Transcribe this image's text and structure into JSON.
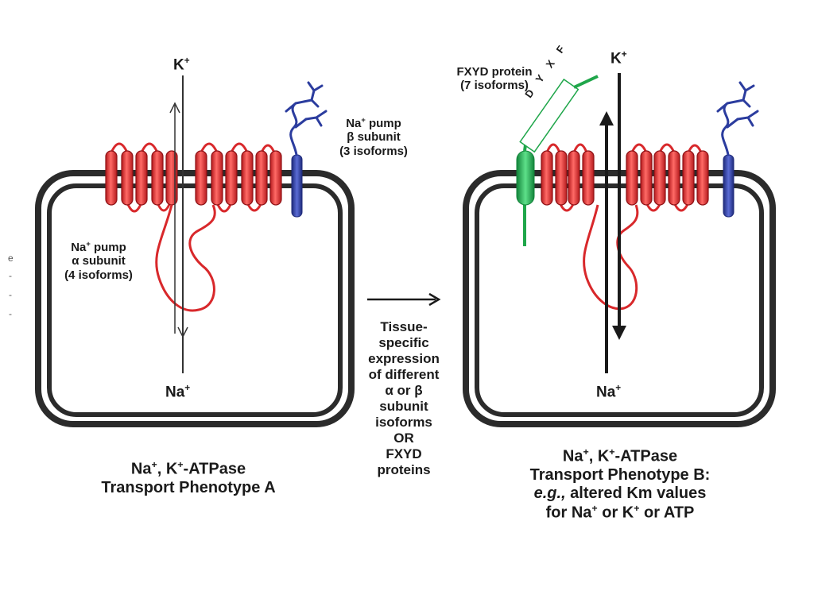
{
  "left_panel": {
    "k_label": "K",
    "k_sup": "+",
    "na_label": "Na",
    "na_sup": "+",
    "beta_line1": "Na",
    "beta_line1_sup": "+",
    "beta_line1_rest": " pump",
    "beta_line2": "β subunit",
    "beta_line3": "(3 isoforms)",
    "alpha_line1": "Na",
    "alpha_line1_sup": "+",
    "alpha_line1_rest": " pump",
    "alpha_line2": "α subunit",
    "alpha_line3": "(4 isoforms)",
    "caption_line1_a": "Na",
    "caption_line1_sup1": "+",
    "caption_line1_b": ", K",
    "caption_line1_sup2": "+",
    "caption_line1_c": "-ATPase",
    "caption_line2": "Transport Phenotype A"
  },
  "middle": {
    "lines": [
      "Tissue-",
      "specific",
      "expression",
      "of different",
      "α or β",
      "subunit",
      "isoforms",
      "OR",
      "FXYD",
      "proteins"
    ]
  },
  "right_panel": {
    "fxyd_line1": "FXYD protein",
    "fxyd_line2": "(7 isoforms)",
    "fxyd_letters": [
      "F",
      "X",
      "Y",
      "D"
    ],
    "k_label": "K",
    "k_sup": "+",
    "na_label": "Na",
    "na_sup": "+",
    "caption_line1_a": "Na",
    "caption_line1_sup1": "+",
    "caption_line1_b": ", K",
    "caption_line1_sup2": "+",
    "caption_line1_c": "-ATPase",
    "caption_line2": "Transport Phenotype B:",
    "caption_line3_italic": "e.g.,",
    "caption_line3_rest": " altered Km values",
    "caption_line4_a": "for Na",
    "caption_line4_sup1": "+",
    "caption_line4_b": " or K",
    "caption_line4_sup2": "+",
    "caption_line4_c": " or ATP"
  },
  "edge_fragments": [
    "e",
    "-",
    "-",
    "-"
  ],
  "colors": {
    "membrane": "#2b2b2b",
    "alpha_subunit": "#d8282b",
    "beta_subunit": "#2b3c9e",
    "fxyd": "#1fa64a",
    "text": "#1a1a1a"
  }
}
